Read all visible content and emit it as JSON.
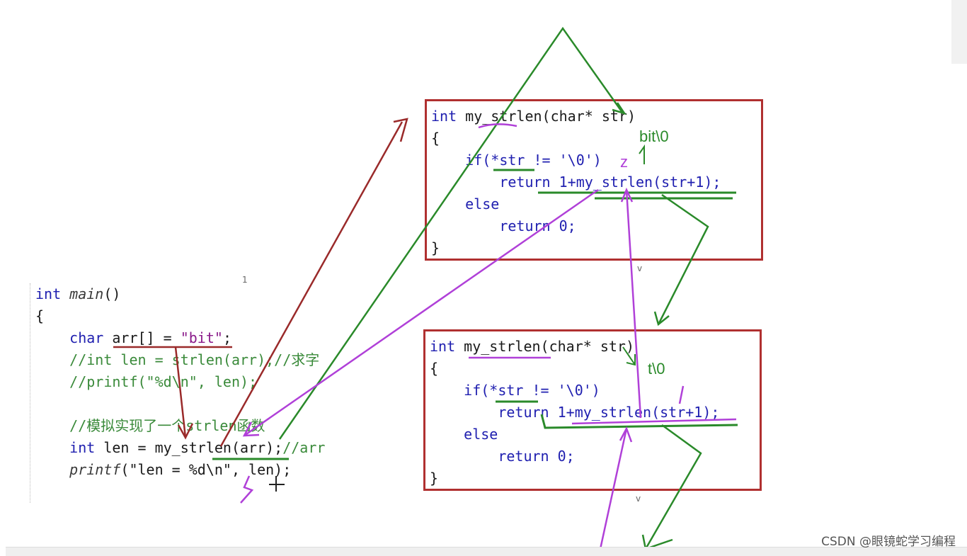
{
  "main_code": {
    "l1_kw": "int",
    "l1_fn": "main",
    "l1_rest": "()",
    "l2": "{",
    "l3_kw": "char",
    "l3_rest": " arr[] = ",
    "l3_str": "\"bit\"",
    "l3_end": ";",
    "l4": "//int len = strlen(arr);//求字",
    "l5": "//printf(\"%d\\n\", len);",
    "l6": "//模拟实现了一个strlen函数",
    "l7_kw": "int",
    "l7_rest": " len = my_strlen(arr);",
    "l7_cm": "//arr",
    "l8_fn": "printf",
    "l8_rest": "(\"len = %d\\n\", len);"
  },
  "func_box_1": {
    "l1_kw": "int",
    "l1_rest": " my_strlen(char* str)",
    "l2": "{",
    "l3": "if(*str != '\\0')",
    "l4": "return 1+my_strlen(str+1);",
    "l5": "else",
    "l6": "return 0;",
    "l7": "}"
  },
  "func_box_2": {
    "l1_kw": "int",
    "l1_rest": " my_strlen(char* str)",
    "l2": "{",
    "l3": "if(*str != '\\0')",
    "l4": "return 1+my_strlen(str+1);",
    "l5": "else",
    "l6": "return 0;",
    "l7": "}"
  },
  "annotations": {
    "bit": "bit\\0",
    "t": "t\\0",
    "z": "z"
  },
  "watermark": "CSDN @眼镜蛇学习编程",
  "colors": {
    "box_border": "#b03030",
    "green_pen": "#2a8a2a",
    "purple_pen": "#b040d8",
    "brown_pen": "#9a2a2a"
  }
}
